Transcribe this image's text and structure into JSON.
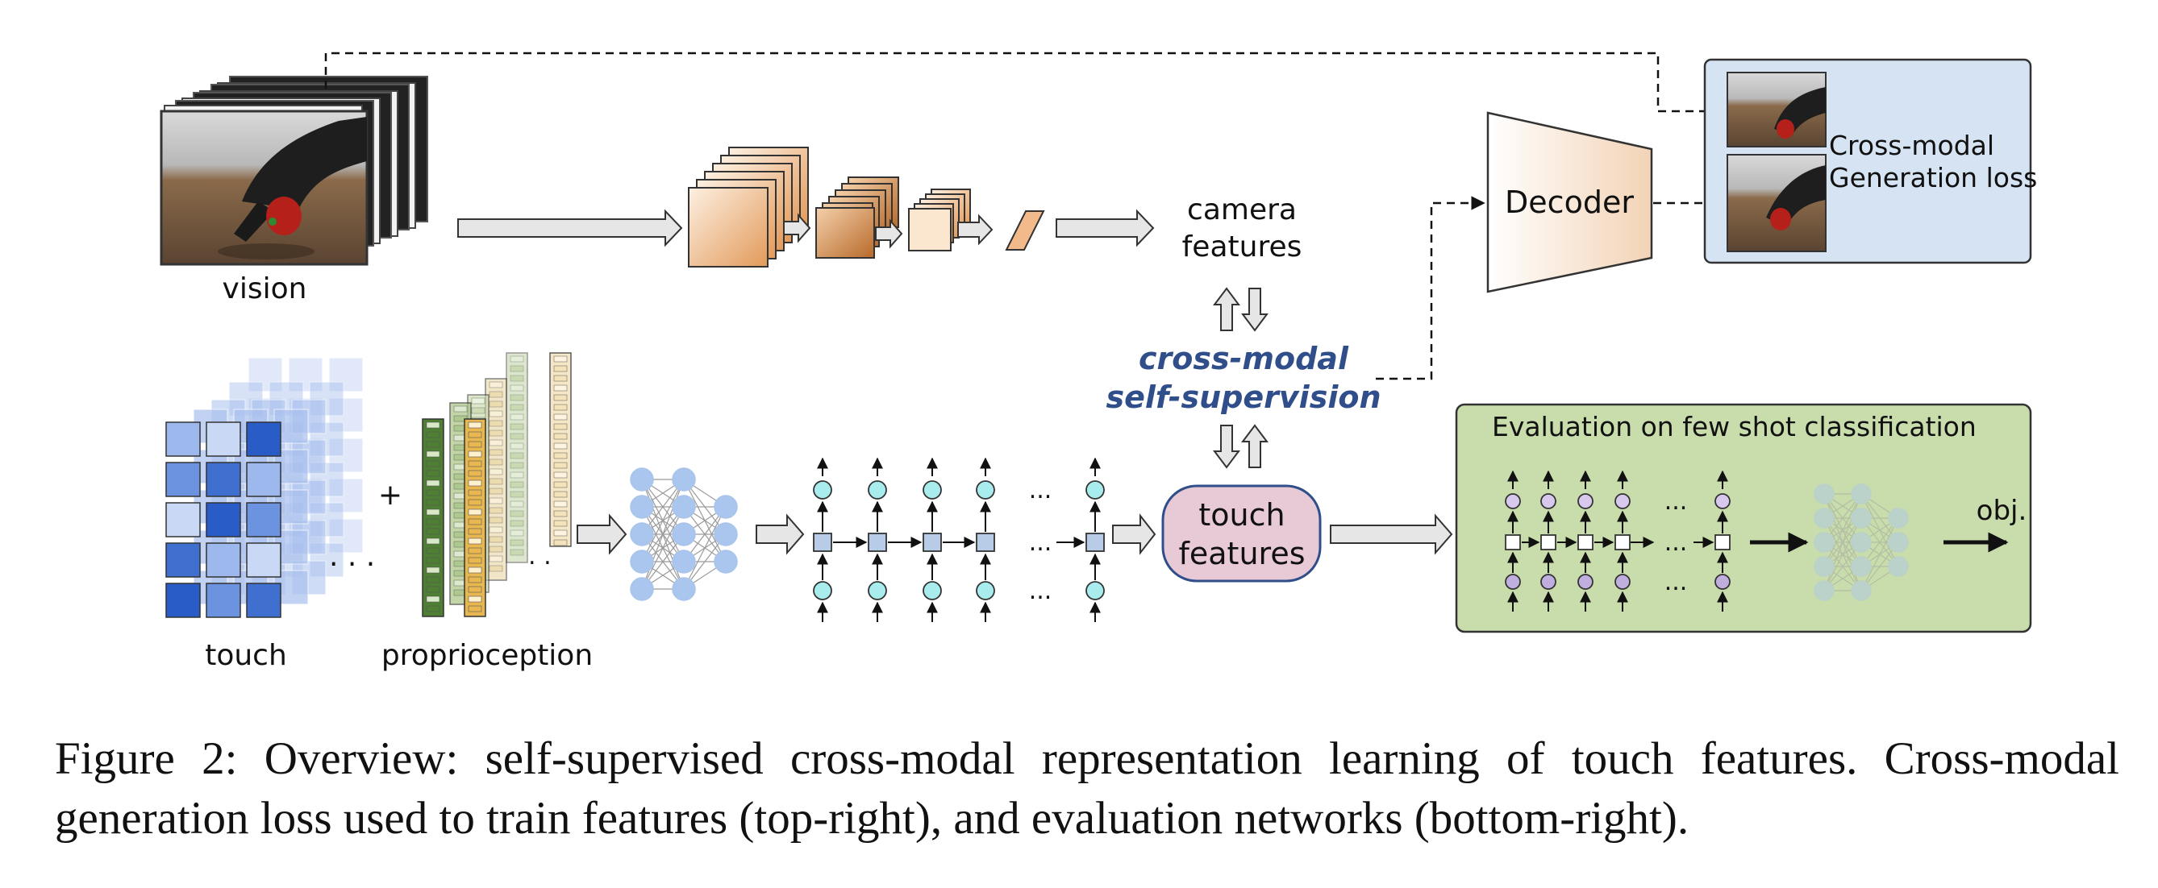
{
  "labels": {
    "vision": "vision",
    "touch": "touch",
    "proprioception": "proprioception",
    "camera_features_line1": "camera",
    "camera_features_line2": "features",
    "cross_modal_line1": "cross-modal",
    "cross_modal_line2": "self-supervision",
    "decoder": "Decoder",
    "gen_loss_line1": "Cross-modal",
    "gen_loss_line2": "Generation loss",
    "touch_features_line1": "touch",
    "touch_features_line2": "features",
    "eval_title": "Evaluation on few shot classification",
    "obj": "obj.",
    "plus": "+",
    "ellipsis": "..."
  },
  "caption": {
    "text": "Figure 2: Overview: self-supervised cross-modal representation learning of touch features. Cross-modal generation loss used to train features (top-right), and evaluation networks (bottom-right)."
  },
  "colors": {
    "eval_panel_fill": "#c8dcac",
    "gen_panel_fill": "#d5e3f2",
    "touch_box_fill": "#e8c9d6",
    "cross_modal_text": "#2f4e8a",
    "cnn_orange": "#e6a56a",
    "grid_blue": "#3f6fcf"
  }
}
